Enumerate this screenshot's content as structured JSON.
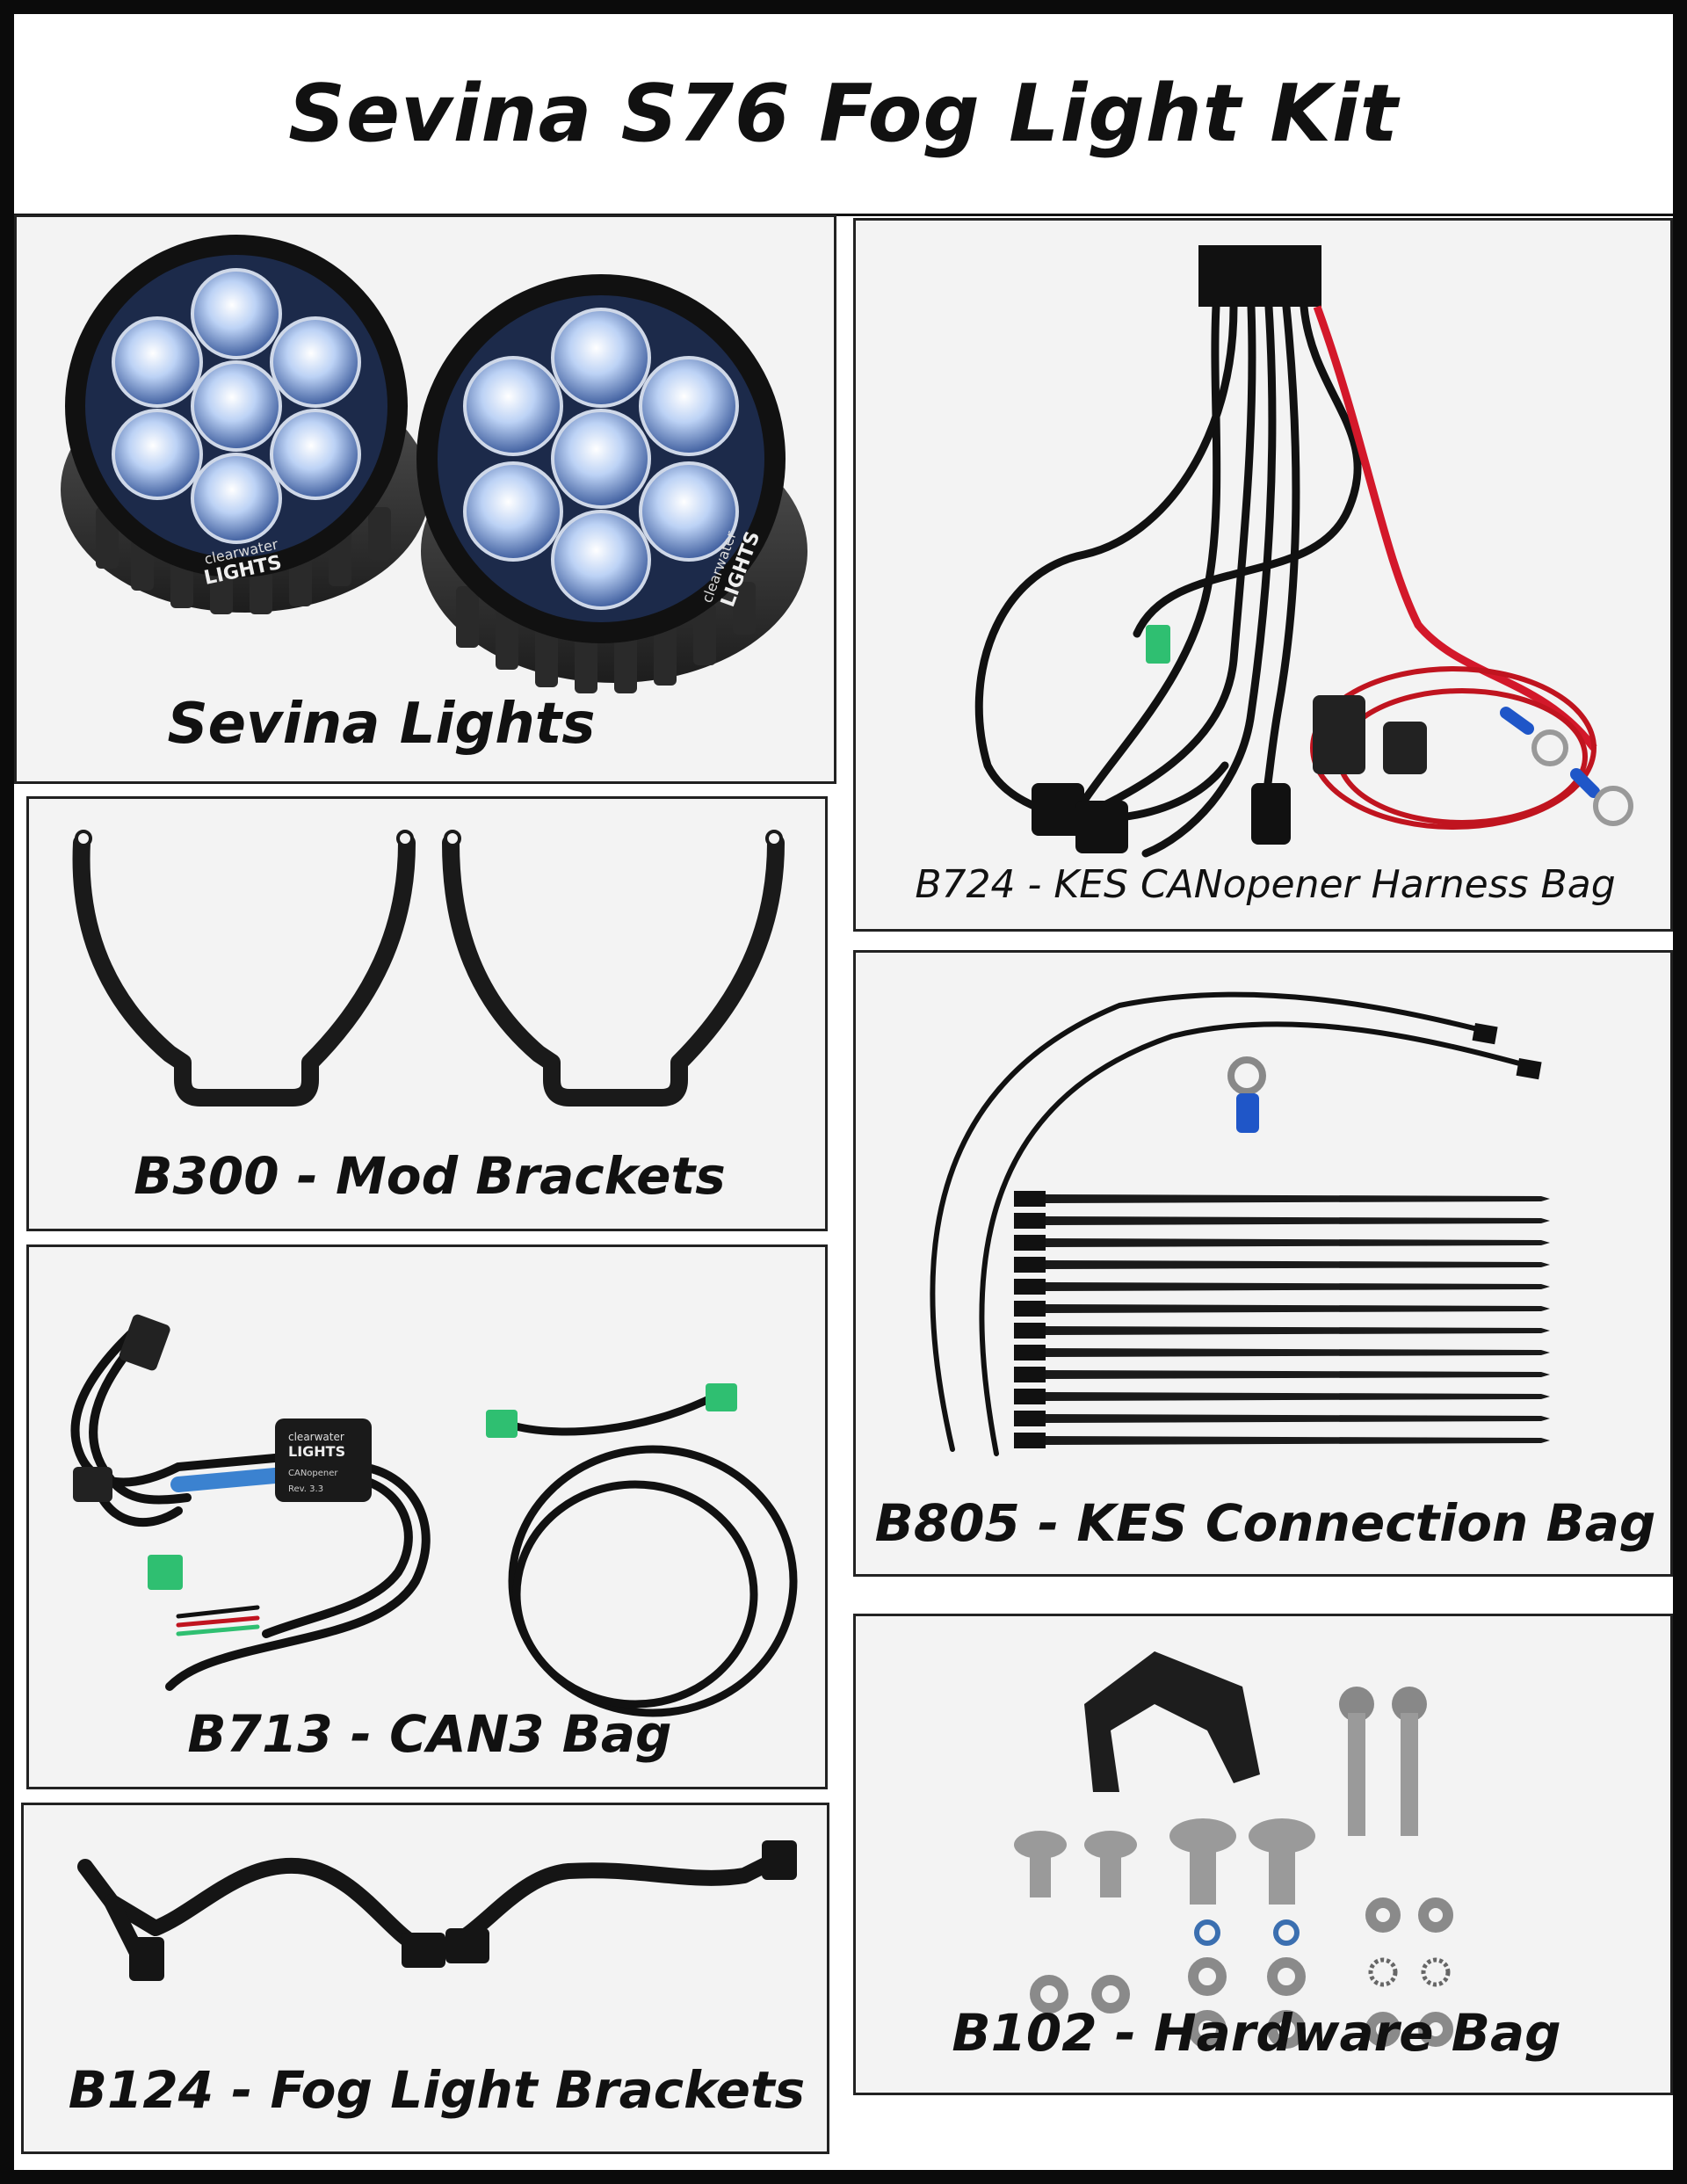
{
  "header": {
    "title": "Sevina S76 Fog Light Kit"
  },
  "panels": {
    "lights": {
      "caption": "Sevina Lights",
      "logo_text": [
        "clearwater",
        "LIGHTS"
      ]
    },
    "harness": {
      "caption": "B724 - KES CANopener Harness Bag"
    },
    "mod": {
      "caption": "B300 - Mod Brackets"
    },
    "connection": {
      "caption": "B805 - KES Connection Bag"
    },
    "can3": {
      "caption": "B713 - CAN3 Bag",
      "module_text": [
        "clearwater",
        "LIGHTS",
        "CANopener",
        "Rev. 3.3"
      ]
    },
    "fogbrackets": {
      "caption": "B124 - Fog Light Brackets"
    },
    "hardware": {
      "caption": "B102 - Hardware Bag"
    }
  },
  "colors": {
    "frame": "#0b0b0b",
    "panel_bg": "#f3f3f3",
    "connector_green": "#2fbf71",
    "wire_red": "#d3182a",
    "terminal_blue": "#1f56c8",
    "lens_blue": "#5a84d8",
    "label_blue": "#3b82d0"
  }
}
